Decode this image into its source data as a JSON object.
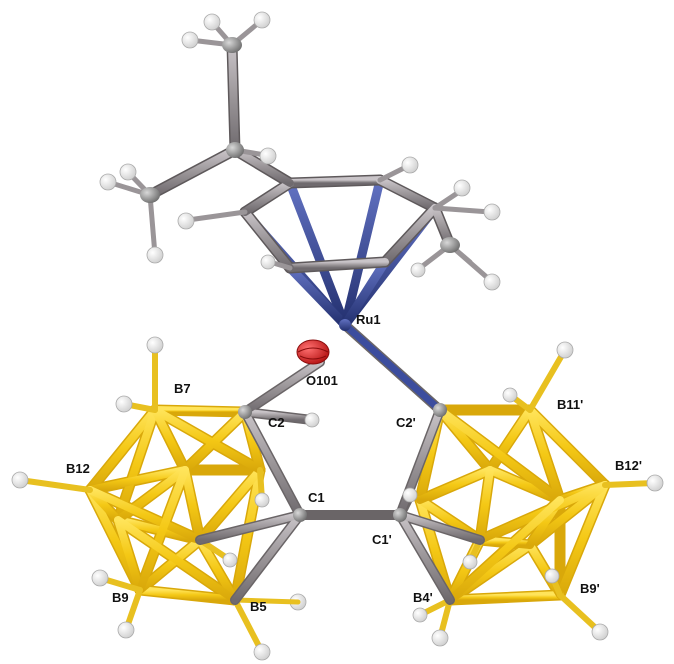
{
  "labels": {
    "ru1": "Ru1",
    "o101": "O101",
    "c2": "C2",
    "c2p": "C2'",
    "c1": "C1",
    "c1p": "C1'",
    "b7": "B7",
    "b12": "B12",
    "b9": "B9",
    "b5": "B5",
    "b11p": "B11'",
    "b12p": "B12'",
    "b4p": "B4'",
    "b9p": "B9'"
  },
  "colors": {
    "ruthenium": "#2f3f8f",
    "oxygen": "#d42020",
    "carbon": "#8e8e8e",
    "boron": "#f2c81a",
    "hydrogen": "#f2f2f2"
  }
}
